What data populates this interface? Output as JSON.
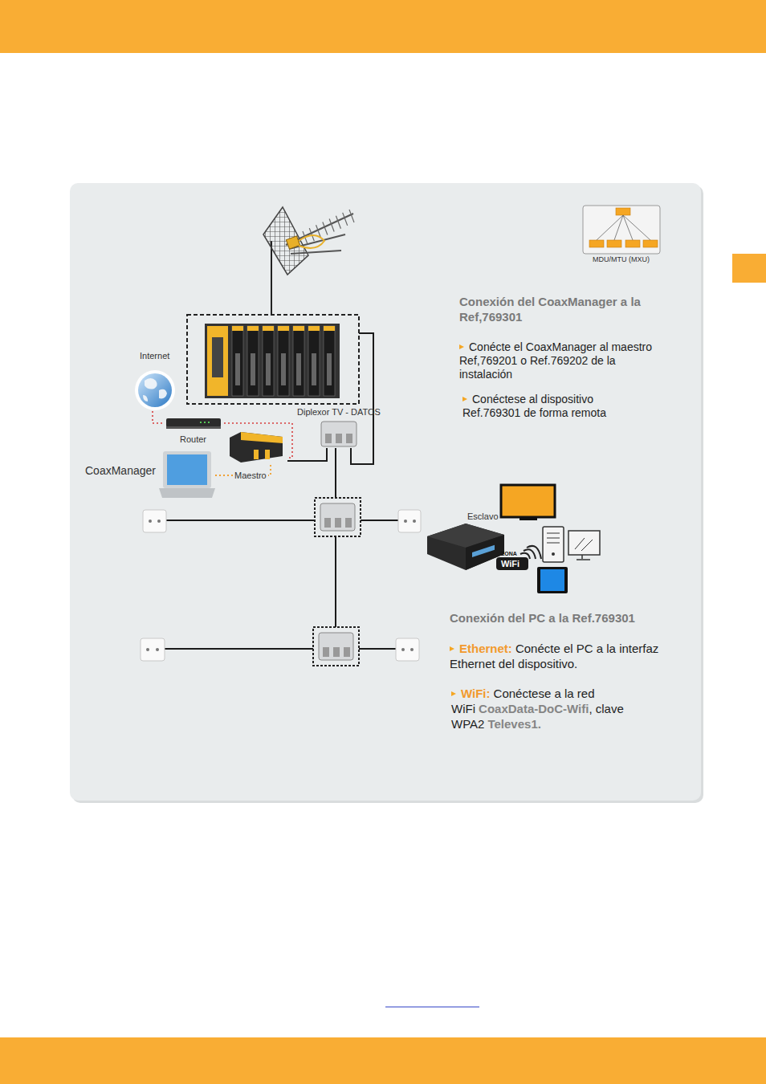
{
  "diagram": {
    "nodes": [
      {
        "text": [
          "Internet"
        ]
      },
      {
        "text": [
          "Router"
        ]
      },
      {
        "text": [
          "CoaxManager"
        ]
      },
      {
        "text": [
          "Maestro"
        ]
      },
      {
        "text": [
          "Diplexor TV - DATOS"
        ]
      },
      {
        "text": [
          "Esclavo"
        ]
      }
    ],
    "edges": [
      {
        "from": 0,
        "to": 1,
        "arrow": "none"
      },
      {
        "from": 1,
        "to": 3,
        "arrow": "none"
      },
      {
        "from": 2,
        "to": 3,
        "arrow": "none"
      },
      {
        "from": 3,
        "to": 4,
        "arrow": "none"
      }
    ],
    "labels": [
      "MDU/MTU (MXU)",
      "Conexión del CoaxManager a la Ref,769301",
      "Conécte el CoaxManager al maestro Ref,769201 o Ref.769202 de la instalación",
      "Conéctese al dispositivo Ref.769301 de forma remota",
      "Conexión del PC a la Ref.769301",
      "Ethernet:",
      "Conécte el PC a la interfaz Ethernet del dispositivo.",
      "WiFi:",
      "Conéctese a la red WiFi",
      "CoaxData-DoC-Wifi",
      ", clave WPA2",
      "Televes1.",
      "ZONA",
      "WiFi"
    ]
  }
}
